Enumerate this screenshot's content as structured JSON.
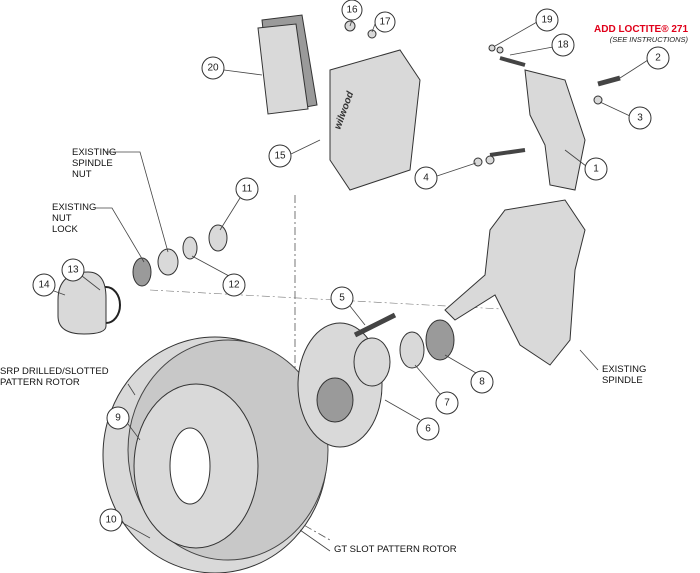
{
  "callouts": [
    "1",
    "2",
    "3",
    "4",
    "5",
    "6",
    "7",
    "8",
    "9",
    "10",
    "11",
    "12",
    "13",
    "14",
    "15",
    "16",
    "17",
    "18",
    "19",
    "20"
  ],
  "labels": {
    "spindle_nut": [
      "EXISTING",
      "SPINDLE",
      "NUT"
    ],
    "nut_lock": [
      "EXISTING",
      "NUT",
      "LOCK"
    ],
    "srp_rotor": [
      "SRP DRILLED/SLOTTED",
      "PATTERN ROTOR"
    ],
    "gt_rotor": "GT SLOT PATTERN ROTOR",
    "spindle": [
      "EXISTING",
      "SPINDLE"
    ]
  },
  "note": {
    "line1": "ADD LOCTITE® 271",
    "line2": "(SEE INSTRUCTIONS)"
  },
  "brand_mark": "wilwood",
  "colors": {
    "note_red": "#e0001a",
    "line": "#333333",
    "part_fill": "#d9d9d9"
  }
}
